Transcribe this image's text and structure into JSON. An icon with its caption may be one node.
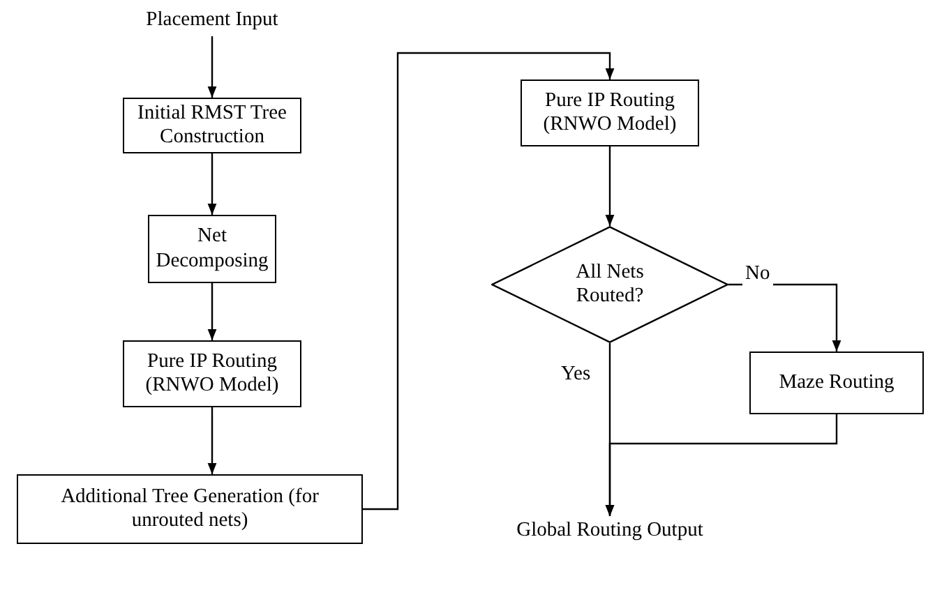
{
  "diagram": {
    "nodes": [
      {
        "text": [
          "Placement Input"
        ]
      },
      {
        "text": [
          "Initial RMST Tree Construction"
        ]
      },
      {
        "text": [
          "Net Decomposing"
        ]
      },
      {
        "text": [
          "Pure IP Routing (RNWO Model)"
        ]
      },
      {
        "text": [
          "Additional Tree Generation (for unrouted nets)"
        ]
      },
      {
        "text": [
          "Pure IP Routing (RNWO Model)"
        ]
      },
      {
        "text": [
          "All Nets Routed?"
        ]
      },
      {
        "text": [
          "Maze Routing"
        ]
      },
      {
        "text": [
          "Global Routing Output"
        ]
      }
    ],
    "edges": [
      {
        "from": 0,
        "to": 1,
        "arrow": "to"
      },
      {
        "from": 1,
        "to": 2,
        "arrow": "to"
      },
      {
        "from": 2,
        "to": 3,
        "arrow": "to"
      },
      {
        "from": 3,
        "to": 4,
        "arrow": "to"
      },
      {
        "from": 4,
        "to": 5,
        "arrow": "to"
      },
      {
        "from": 5,
        "to": 6,
        "arrow": "to"
      },
      {
        "from": 6,
        "to": 7,
        "arrow": "to",
        "label": "No"
      },
      {
        "from": 6,
        "to": 8,
        "arrow": "to",
        "label": "Yes"
      },
      {
        "from": 7,
        "to": 8,
        "arrow": "to"
      }
    ]
  }
}
